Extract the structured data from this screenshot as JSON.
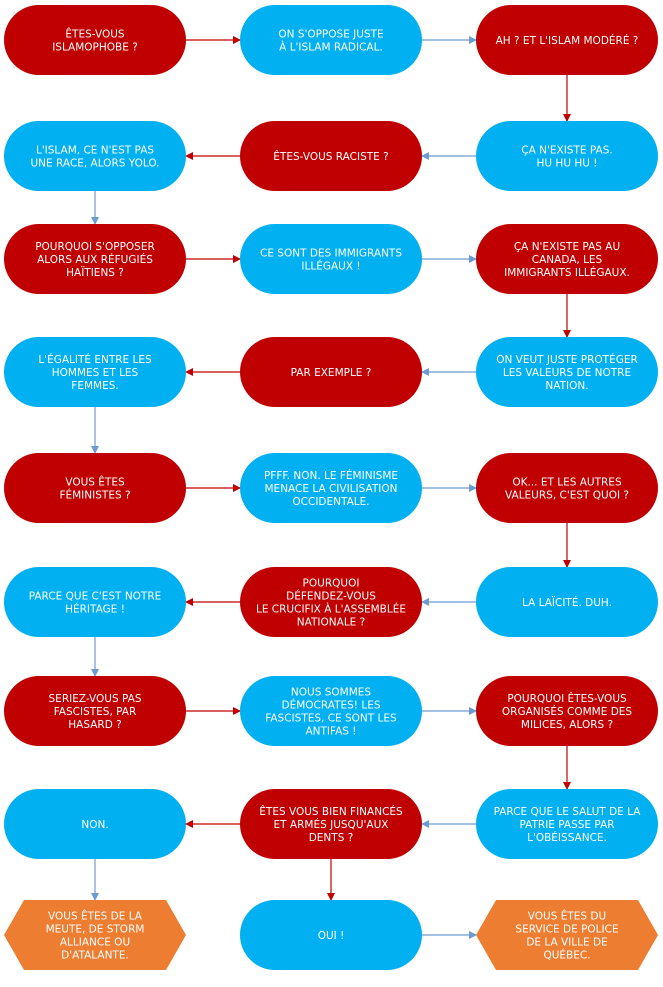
{
  "colors": {
    "question": "#c00000",
    "answer": "#00b0f0",
    "ending": "#ed7d31",
    "arrow_red": "#c00000",
    "arrow_blue": "#6d9bd1"
  },
  "nodes": [
    {
      "id": "n1",
      "kind": "question",
      "lines": [
        "ÊTES-VOUS",
        "ISLAMOPHOBE ?"
      ]
    },
    {
      "id": "n2",
      "kind": "answer",
      "lines": [
        "ON S'OPPOSE JUSTE",
        "À L'ISLAM RADICAL."
      ]
    },
    {
      "id": "n3",
      "kind": "question",
      "lines": [
        "AH ? ET L'ISLAM MODÉRÉ ?"
      ]
    },
    {
      "id": "n4",
      "kind": "answer",
      "lines": [
        "ÇA N'EXISTE PAS.",
        "HU HU HU !"
      ]
    },
    {
      "id": "n5",
      "kind": "question",
      "lines": [
        "ÊTES-VOUS RACISTE ?"
      ]
    },
    {
      "id": "n6",
      "kind": "answer",
      "lines": [
        "L'ISLAM, CE N'EST PAS",
        "UNE RACE, ALORS YOLO."
      ]
    },
    {
      "id": "n7",
      "kind": "question",
      "lines": [
        "POURQUOI S'OPPOSER",
        "ALORS AUX RÉFUGIÉS",
        "HAÏTIENS ?"
      ]
    },
    {
      "id": "n8",
      "kind": "answer",
      "lines": [
        "CE SONT DES IMMIGRANTS",
        "ILLÉGAUX !"
      ]
    },
    {
      "id": "n9",
      "kind": "question",
      "lines": [
        "ÇA N'EXISTE PAS AU",
        "CANADA, LES",
        "IMMIGRANTS ILLÉGAUX."
      ]
    },
    {
      "id": "n10",
      "kind": "answer",
      "lines": [
        "ON VEUT JUSTE PROTÉGER",
        "LES VALEURS DE NOTRE",
        "NATION."
      ]
    },
    {
      "id": "n11",
      "kind": "question",
      "lines": [
        "PAR EXEMPLE ?"
      ]
    },
    {
      "id": "n12",
      "kind": "answer",
      "lines": [
        "L'ÉGALITÉ ENTRE LES",
        "HOMMES ET LES",
        "FEMMES."
      ]
    },
    {
      "id": "n13",
      "kind": "question",
      "lines": [
        "VOUS ÊTES",
        "FÉMINISTES ?"
      ]
    },
    {
      "id": "n14",
      "kind": "answer",
      "lines": [
        "PFFF. NON. LE FÉMINISME",
        "MENACE LA CIVILISATION",
        "OCCIDENTALE."
      ]
    },
    {
      "id": "n15",
      "kind": "question",
      "lines": [
        "OK... ET LES AUTRES",
        "VALEURS, C'EST QUOI ?"
      ]
    },
    {
      "id": "n16",
      "kind": "answer",
      "lines": [
        "LA LAÏCITÉ. DUH."
      ]
    },
    {
      "id": "n17",
      "kind": "question",
      "lines": [
        "POURQUOI",
        "DÉFENDEZ-VOUS",
        "LE CRUCIFIX À L'ASSEMBLÉE",
        "NATIONALE ?"
      ]
    },
    {
      "id": "n18",
      "kind": "answer",
      "lines": [
        "PARCE QUE C'EST NOTRE",
        "HÉRITAGE !"
      ]
    },
    {
      "id": "n19",
      "kind": "question",
      "lines": [
        "SERIEZ-VOUS PAS",
        "FASCISTES, PAR",
        "HASARD ?"
      ]
    },
    {
      "id": "n20",
      "kind": "answer",
      "lines": [
        "NOUS SOMMES",
        "DÉMOCRATES! LES",
        "FASCISTES, CE SONT LES",
        "ANTIFAS !"
      ]
    },
    {
      "id": "n21",
      "kind": "question",
      "lines": [
        "POURQUOI ÊTES-VOUS",
        "ORGANISÉS COMME DES",
        "MILICES, ALORS ?"
      ]
    },
    {
      "id": "n22",
      "kind": "answer",
      "lines": [
        "PARCE QUE LE SALUT DE LA",
        "PATRIE PASSE PAR",
        "L'OBÉISSANCE."
      ]
    },
    {
      "id": "n23",
      "kind": "question",
      "lines": [
        "ÊTES VOUS BIEN FINANCÉS",
        "ET ARMÉS JUSQU'AUX",
        "DENTS ?"
      ]
    },
    {
      "id": "n24",
      "kind": "answer",
      "lines": [
        "NON."
      ]
    },
    {
      "id": "n25",
      "kind": "ending",
      "lines": [
        "VOUS ÊTES DE LA",
        "MEUTE, DE STORM",
        "ALLIANCE OU",
        "D'ATALANTE."
      ]
    },
    {
      "id": "n26",
      "kind": "answer",
      "lines": [
        "OUI !"
      ]
    },
    {
      "id": "n27",
      "kind": "ending",
      "lines": [
        "VOUS ÊTES DU",
        "SERVICE DE POLICE",
        "DE LA VILLE DE",
        "QUÉBEC."
      ]
    }
  ],
  "edges": [
    {
      "from": "n1",
      "to": "n2",
      "color": "red"
    },
    {
      "from": "n2",
      "to": "n3",
      "color": "blue"
    },
    {
      "from": "n3",
      "to": "n4",
      "color": "red"
    },
    {
      "from": "n4",
      "to": "n5",
      "color": "blue"
    },
    {
      "from": "n5",
      "to": "n6",
      "color": "red"
    },
    {
      "from": "n6",
      "to": "n7",
      "color": "blue"
    },
    {
      "from": "n7",
      "to": "n8",
      "color": "red"
    },
    {
      "from": "n8",
      "to": "n9",
      "color": "blue"
    },
    {
      "from": "n9",
      "to": "n10",
      "color": "red"
    },
    {
      "from": "n10",
      "to": "n11",
      "color": "blue"
    },
    {
      "from": "n11",
      "to": "n12",
      "color": "red"
    },
    {
      "from": "n12",
      "to": "n13",
      "color": "blue"
    },
    {
      "from": "n13",
      "to": "n14",
      "color": "red"
    },
    {
      "from": "n14",
      "to": "n15",
      "color": "blue"
    },
    {
      "from": "n15",
      "to": "n16",
      "color": "red"
    },
    {
      "from": "n16",
      "to": "n17",
      "color": "blue"
    },
    {
      "from": "n17",
      "to": "n18",
      "color": "red"
    },
    {
      "from": "n18",
      "to": "n19",
      "color": "blue"
    },
    {
      "from": "n19",
      "to": "n20",
      "color": "red"
    },
    {
      "from": "n20",
      "to": "n21",
      "color": "blue"
    },
    {
      "from": "n21",
      "to": "n22",
      "color": "red"
    },
    {
      "from": "n22",
      "to": "n23",
      "color": "blue"
    },
    {
      "from": "n23",
      "to": "n24",
      "color": "red"
    },
    {
      "from": "n24",
      "to": "n25",
      "color": "blue"
    },
    {
      "from": "n23",
      "to": "n26",
      "color": "red"
    },
    {
      "from": "n26",
      "to": "n27",
      "color": "blue"
    }
  ]
}
